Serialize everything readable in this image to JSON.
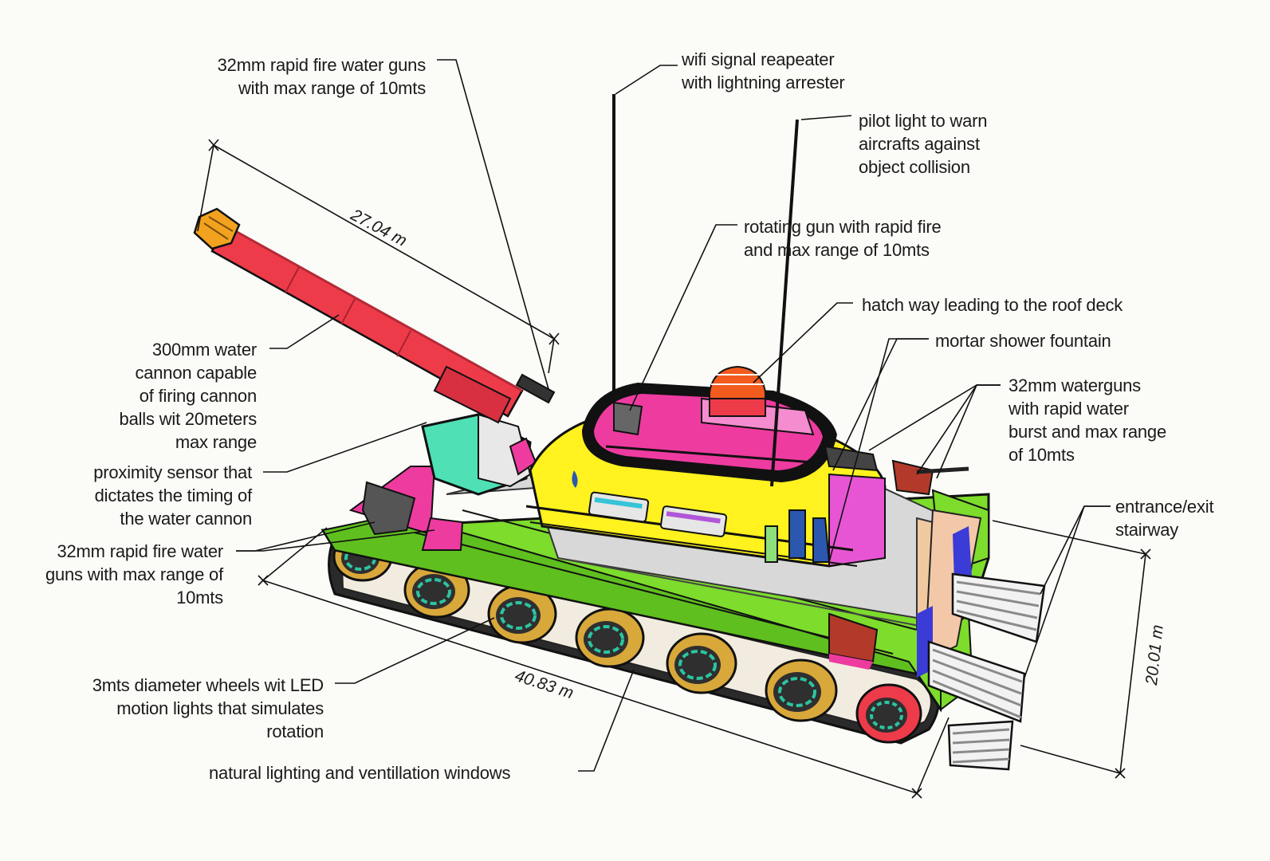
{
  "diagram": {
    "callouts": {
      "water_guns_top": "32mm rapid fire water guns\nwith max range of 10mts",
      "wifi": "wifi signal reapeater\nwith lightning arrester",
      "pilot_light": "pilot light to warn\naircrafts against\nobject collision",
      "rotating_gun": "rotating gun with rapid fire\nand max range of 10mts",
      "hatch": "hatch way leading to the roof deck",
      "mortar": "mortar shower fountain",
      "waterguns_right": "32mm waterguns\nwith rapid water\nburst and max range\nof 10mts",
      "stairway": "entrance/exit\nstairway",
      "cannon": "300mm water\ncannon capable\nof firing cannon\nballs wit 20meters\nmax range",
      "proximity": "proximity sensor that\ndictates the timing of\nthe water cannon",
      "water_guns_left": "32mm rapid fire water\nguns with max range of\n10mts",
      "wheels": "3mts diameter wheels wit LED\nmotion lights that simulates\nrotation",
      "windows": "natural lighting and ventillation windows"
    },
    "dimensions": {
      "barrel": "27.04 m",
      "length": "40.83 m",
      "width": "20.01 m"
    },
    "colors": {
      "barrel": "#ee3b4a",
      "hull": "#7ddc2c",
      "turret_yellow": "#fff21e",
      "turret_top": "#ee3ba0",
      "mint": "#4fe0b5",
      "wheel": "#d9a83a",
      "rim": "#2cc4a0",
      "hatch": "#f25a1e",
      "stair": "#8a8a8a"
    }
  }
}
